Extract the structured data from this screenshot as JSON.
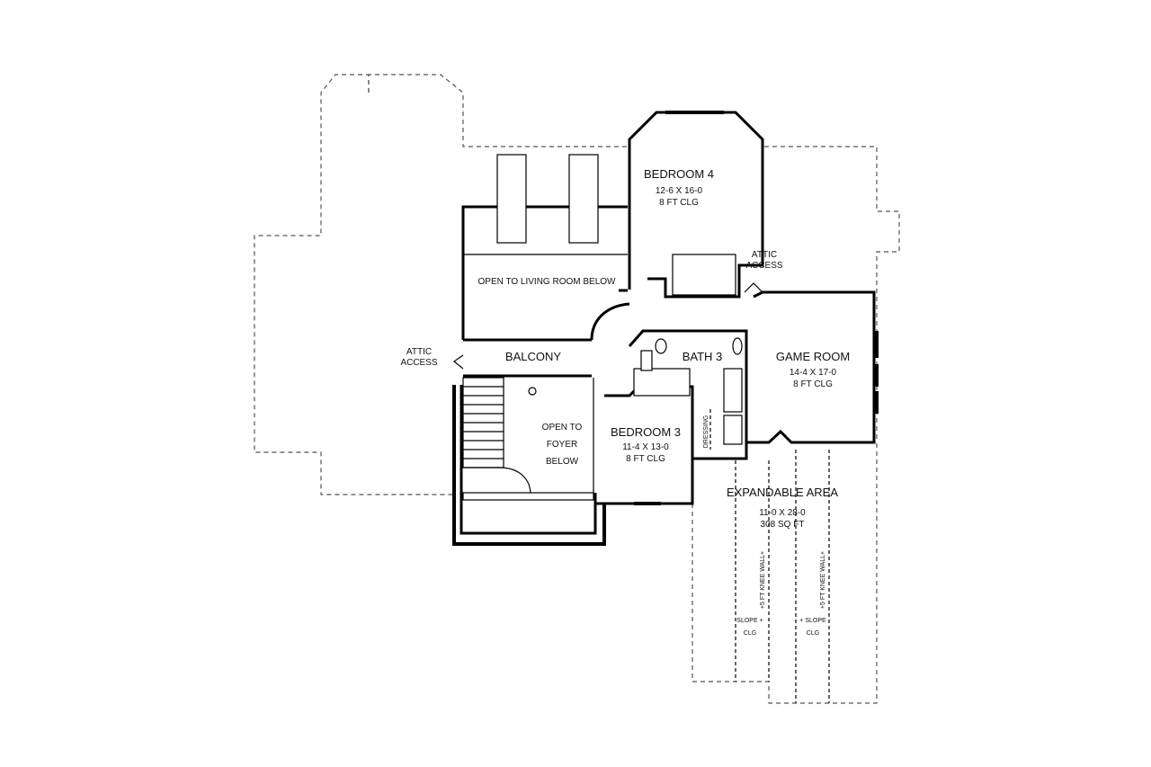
{
  "rooms": {
    "bedroom4": {
      "name": "BEDROOM 4",
      "size": "12-6 X 16-0",
      "ceiling": "8 FT CLG"
    },
    "open_living": {
      "name": "OPEN TO LIVING ROOM BELOW"
    },
    "attic_access_right": {
      "line1": "ATTIC",
      "line2": "ACCESS"
    },
    "attic_access_left": {
      "line1": "ATTIC",
      "line2": "ACCESS"
    },
    "balcony": {
      "name": "BALCONY"
    },
    "bath3": {
      "name": "BATH 3"
    },
    "game_room": {
      "name": "GAME ROOM",
      "size": "14-4 X 17-0",
      "ceiling": "8 FT CLG"
    },
    "open_foyer": {
      "line1": "OPEN TO",
      "line2": "FOYER",
      "line3": "BELOW"
    },
    "bedroom3": {
      "name": "BEDROOM 3",
      "size": "11-4 X 13-0",
      "ceiling": "8 FT CLG"
    },
    "dressing": {
      "name": "DRESSING"
    },
    "expandable": {
      "name": "EXPANDABLE AREA",
      "size": "11-0 X 28-0",
      "area": "308 SQ FT"
    },
    "knee_wall_left": {
      "name": "+5 FT KNEE WALL+"
    },
    "knee_wall_right": {
      "name": "+5 FT KNEE WALL+"
    },
    "slope_left": {
      "line1": "SLOPE +",
      "line2": "CLG"
    },
    "slope_right": {
      "line1": "+ SLOPE",
      "line2": "CLG"
    }
  }
}
